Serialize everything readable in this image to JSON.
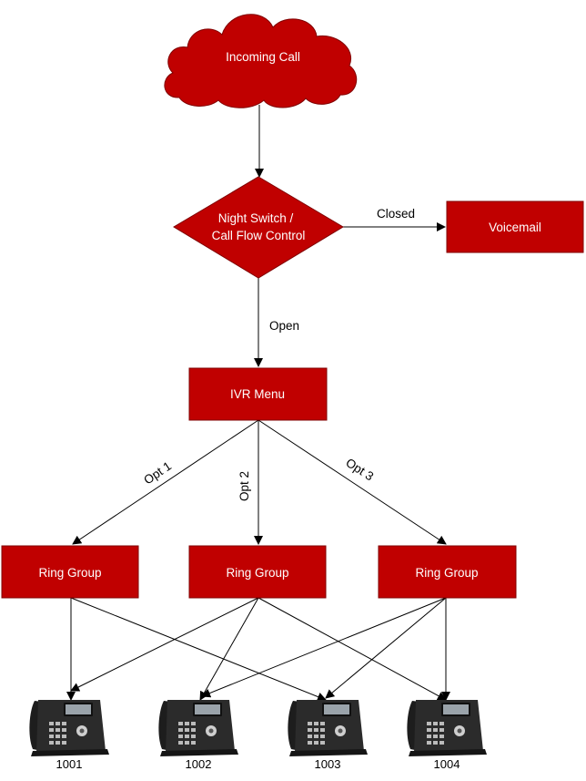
{
  "colors": {
    "node_fill": "#c00000",
    "node_stroke": "#7f0000",
    "edge": "#000000",
    "phone_body": "#2b2b2b",
    "phone_screen": "#9aa3aa"
  },
  "nodes": {
    "incoming_call": {
      "label": "Incoming Call",
      "shape": "cloud"
    },
    "night_switch": {
      "line1": "Night Switch /",
      "line2": "Call Flow Control",
      "shape": "diamond"
    },
    "voicemail": {
      "label": "Voicemail",
      "shape": "rectangle"
    },
    "ivr_menu": {
      "label": "IVR Menu",
      "shape": "rectangle"
    },
    "ring_groups": [
      {
        "label": "Ring Group"
      },
      {
        "label": "Ring Group"
      },
      {
        "label": "Ring Group"
      }
    ]
  },
  "edge_labels": {
    "closed": "Closed",
    "open": "Open",
    "opt1": "Opt 1",
    "opt2": "Opt 2",
    "opt3": "Opt 3"
  },
  "phones": [
    {
      "extension": "1001",
      "icon": "desk-phone-icon"
    },
    {
      "extension": "1002",
      "icon": "desk-phone-icon"
    },
    {
      "extension": "1003",
      "icon": "desk-phone-icon"
    },
    {
      "extension": "1004",
      "icon": "desk-phone-icon"
    }
  ]
}
